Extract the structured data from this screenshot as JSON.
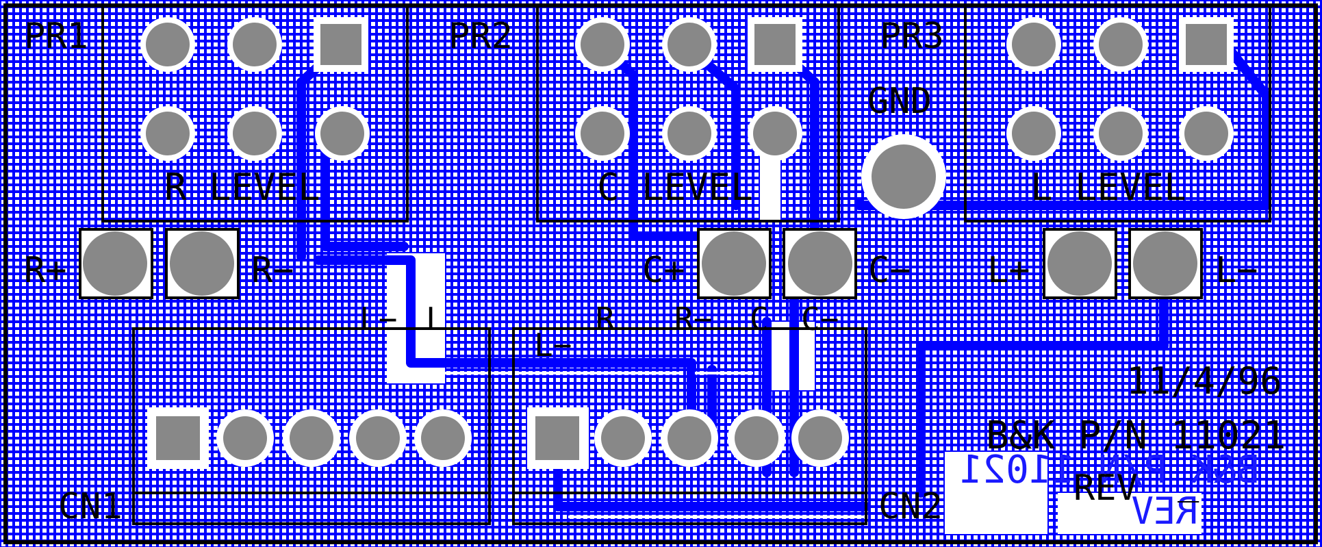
{
  "board": {
    "colors": {
      "copper": "#0000ff",
      "background": "#ffffff",
      "pad": "#888888",
      "silkscreen": "#000000"
    },
    "labels": {
      "pr1": "PR1",
      "pr2": "PR2",
      "pr3": "PR3",
      "gnd": "GND",
      "r_level": "R LEVEL",
      "c_level": "C LEVEL",
      "l_level": "L LEVEL",
      "r_plus": "R+",
      "r_minus": "R−",
      "c_plus": "C+",
      "c_minus": "C−",
      "l_plus": "L+",
      "l_minus": "L−",
      "cn1_l_minus": "L−",
      "cn1_l": "L",
      "cn2_r": "R",
      "cn2_r_minus": "R−",
      "cn2_c": "C",
      "cn2_c_minus": "C−",
      "cn2_l_minus": "L−",
      "cn1": "CN1",
      "cn2": "CN2",
      "date": "11/4/96",
      "part_number": "B&K P/N 11021",
      "part_number_mirrored": "B&K P/N 11021",
      "rev": "REV",
      "rev_mirrored": "REV",
      "rev_dash": "_"
    }
  }
}
